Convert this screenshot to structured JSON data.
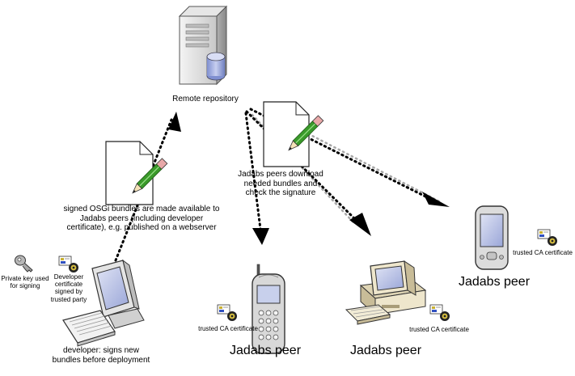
{
  "labels": {
    "remote_repository": "Remote repository",
    "signed_bundles": "signed OSGi bundles are made available to Jadabs peers (including developer certificate), e.g. published on a webserver",
    "download_check": "Jadabs peers download needed bundles and check the signature",
    "private_key": "Private key used for signing",
    "developer_certificate": "Developer certificate signed by trusted party",
    "developer": "developer: signs new bundles before deployment",
    "trusted_ca_phone": "trusted CA certificate",
    "trusted_ca_pc": "trusted CA certificate",
    "trusted_ca_pda": "trusted CA certificate",
    "peer_phone": "Jadabs peer",
    "peer_pc": "Jadabs peer",
    "peer_pda": "Jadabs peer"
  },
  "icons": {
    "server": "server-icon",
    "document_left": "signed-document-icon",
    "document_right": "signed-document-icon",
    "key": "key-icon",
    "certificate": "certificate-icon",
    "developer_computer": "desktop-computer-icon",
    "mobile_phone": "mobile-phone-icon",
    "peer_computer": "desktop-computer-icon",
    "pda": "pda-icon"
  },
  "colors": {
    "arrow": "#000000",
    "dotted_gray": "#a8a8a8",
    "pencil_green": "#3a9a2a",
    "pencil_tip": "#e8a8a8",
    "screen_blue": "#9aa6d8"
  }
}
